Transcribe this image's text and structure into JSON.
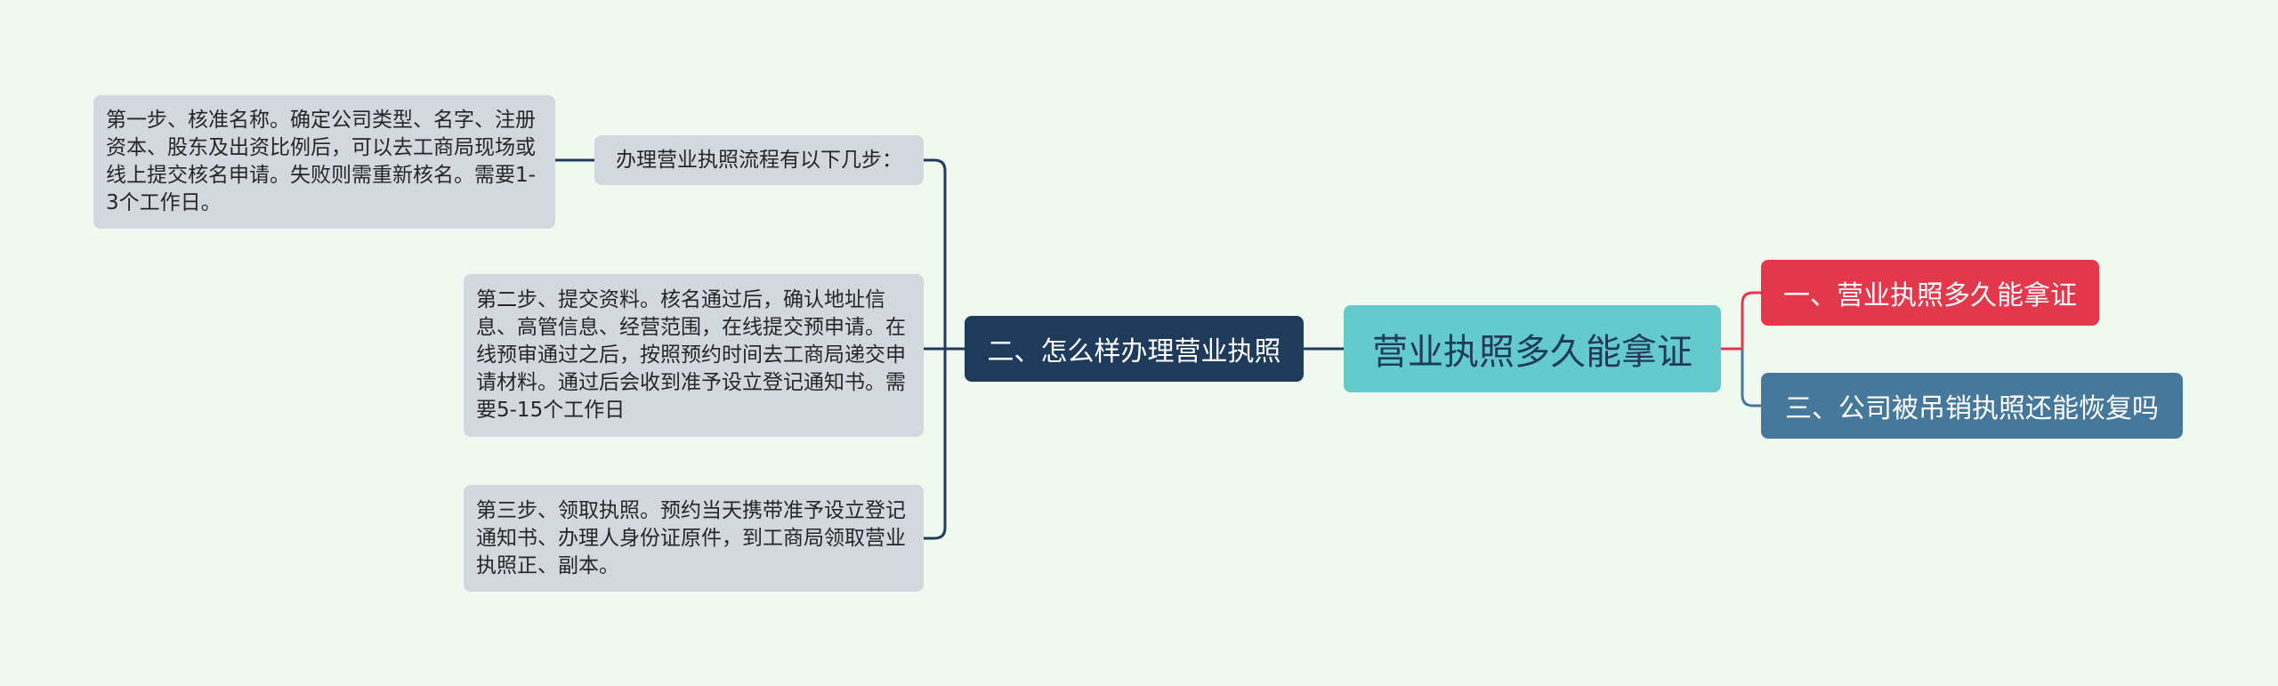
{
  "mindmap": {
    "root": {
      "label": "营业执照多久能拿证"
    },
    "left_branch": {
      "label": "二、怎么样办理营业执照",
      "intro": "办理营业执照流程有以下几步：",
      "step1": "第一步、核准名称。确定公司类型、名字、注册资本、股东及出资比例后，可以去工商局现场或线上提交核名申请。失败则需重新核名。需要1-3个工作日。",
      "step2": "第二步、提交资料。核名通过后，确认地址信息、高管信息、经营范围，在线提交预申请。在线预审通过之后，按照预约时间去工商局递交申请材料。通过后会收到准予设立登记通知书。需要5-15个工作日",
      "step3": "第三步、领取执照。预约当天携带准予设立登记通知书、办理人身份证原件，到工商局领取营业执照正、副本。"
    },
    "right_branches": [
      {
        "label": "一、营业执照多久能拿证",
        "color": "#e3374b"
      },
      {
        "label": "三、公司被吊销执照还能恢复吗",
        "color": "#46789c"
      }
    ]
  },
  "colors": {
    "background": "#f0f9ef",
    "root": "#63cbcc",
    "left_branch": "#1f3b5c",
    "leaf": "#d3d8de"
  }
}
